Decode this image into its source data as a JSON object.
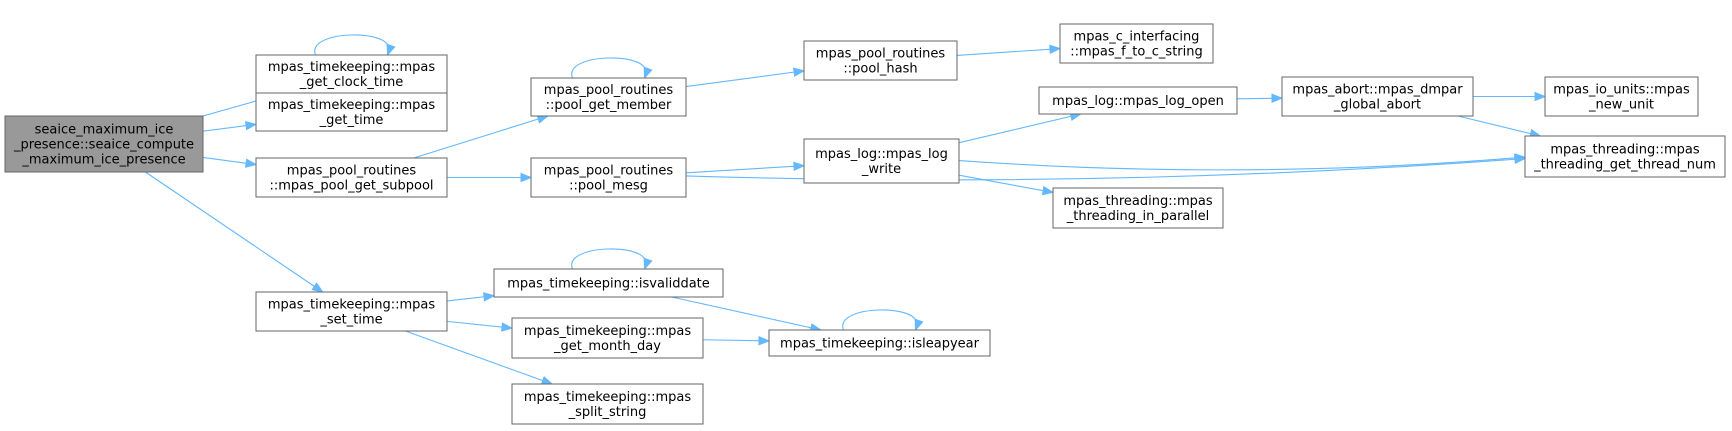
{
  "colors": {
    "edge": "#63b8ff",
    "root_fill": "#999999",
    "node_fill": "#ffffff",
    "node_stroke": "#666666"
  },
  "nodes": [
    {
      "id": "root",
      "lines": [
        "seaice_maximum_ice",
        "_presence::seaice_compute",
        "_maximum_ice_presence"
      ],
      "root": true
    },
    {
      "id": "get_clock_time",
      "lines": [
        "mpas_timekeeping::mpas",
        "_get_clock_time"
      ]
    },
    {
      "id": "get_time",
      "lines": [
        "mpas_timekeeping::mpas",
        "_get_time"
      ]
    },
    {
      "id": "get_subpool",
      "lines": [
        "mpas_pool_routines",
        "::mpas_pool_get_subpool"
      ]
    },
    {
      "id": "set_time",
      "lines": [
        "mpas_timekeeping::mpas",
        "_set_time"
      ]
    },
    {
      "id": "pool_get_member",
      "lines": [
        "mpas_pool_routines",
        "::pool_get_member"
      ]
    },
    {
      "id": "pool_mesg",
      "lines": [
        "mpas_pool_routines",
        "::pool_mesg"
      ]
    },
    {
      "id": "pool_hash",
      "lines": [
        "mpas_pool_routines",
        "::pool_hash"
      ]
    },
    {
      "id": "f_to_c_string",
      "lines": [
        "mpas_c_interfacing",
        "::mpas_f_to_c_string"
      ]
    },
    {
      "id": "log_write",
      "lines": [
        "mpas_log::mpas_log",
        "_write"
      ]
    },
    {
      "id": "log_open",
      "lines": [
        "mpas_log::mpas_log_open"
      ]
    },
    {
      "id": "in_parallel",
      "lines": [
        "mpas_threading::mpas",
        "_threading_in_parallel"
      ]
    },
    {
      "id": "dmpar_abort",
      "lines": [
        "mpas_abort::mpas_dmpar",
        "_global_abort"
      ]
    },
    {
      "id": "new_unit",
      "lines": [
        "mpas_io_units::mpas",
        "_new_unit"
      ]
    },
    {
      "id": "thread_num",
      "lines": [
        "mpas_threading::mpas",
        "_threading_get_thread_num"
      ]
    },
    {
      "id": "isvaliddate",
      "lines": [
        "mpas_timekeeping::isvaliddate"
      ]
    },
    {
      "id": "get_month_day",
      "lines": [
        "mpas_timekeeping::mpas",
        "_get_month_day"
      ]
    },
    {
      "id": "split_string",
      "lines": [
        "mpas_timekeeping::mpas",
        "_split_string"
      ]
    },
    {
      "id": "isleapyear",
      "lines": [
        "mpas_timekeeping::isleapyear"
      ]
    }
  ],
  "edges": [
    [
      "root",
      "get_clock_time"
    ],
    [
      "root",
      "get_time"
    ],
    [
      "root",
      "get_subpool"
    ],
    [
      "root",
      "set_time"
    ],
    [
      "get_clock_time",
      "get_clock_time"
    ],
    [
      "get_subpool",
      "pool_get_member"
    ],
    [
      "get_subpool",
      "pool_mesg"
    ],
    [
      "pool_get_member",
      "pool_get_member"
    ],
    [
      "pool_get_member",
      "pool_hash"
    ],
    [
      "pool_hash",
      "f_to_c_string"
    ],
    [
      "pool_mesg",
      "log_write"
    ],
    [
      "pool_mesg",
      "thread_num"
    ],
    [
      "log_write",
      "log_open"
    ],
    [
      "log_write",
      "thread_num"
    ],
    [
      "log_write",
      "in_parallel"
    ],
    [
      "log_open",
      "dmpar_abort"
    ],
    [
      "dmpar_abort",
      "new_unit"
    ],
    [
      "dmpar_abort",
      "thread_num"
    ],
    [
      "set_time",
      "isvaliddate"
    ],
    [
      "set_time",
      "get_month_day"
    ],
    [
      "set_time",
      "split_string"
    ],
    [
      "isvaliddate",
      "isvaliddate"
    ],
    [
      "isvaliddate",
      "isleapyear"
    ],
    [
      "get_month_day",
      "isleapyear"
    ],
    [
      "isleapyear",
      "isleapyear"
    ]
  ]
}
